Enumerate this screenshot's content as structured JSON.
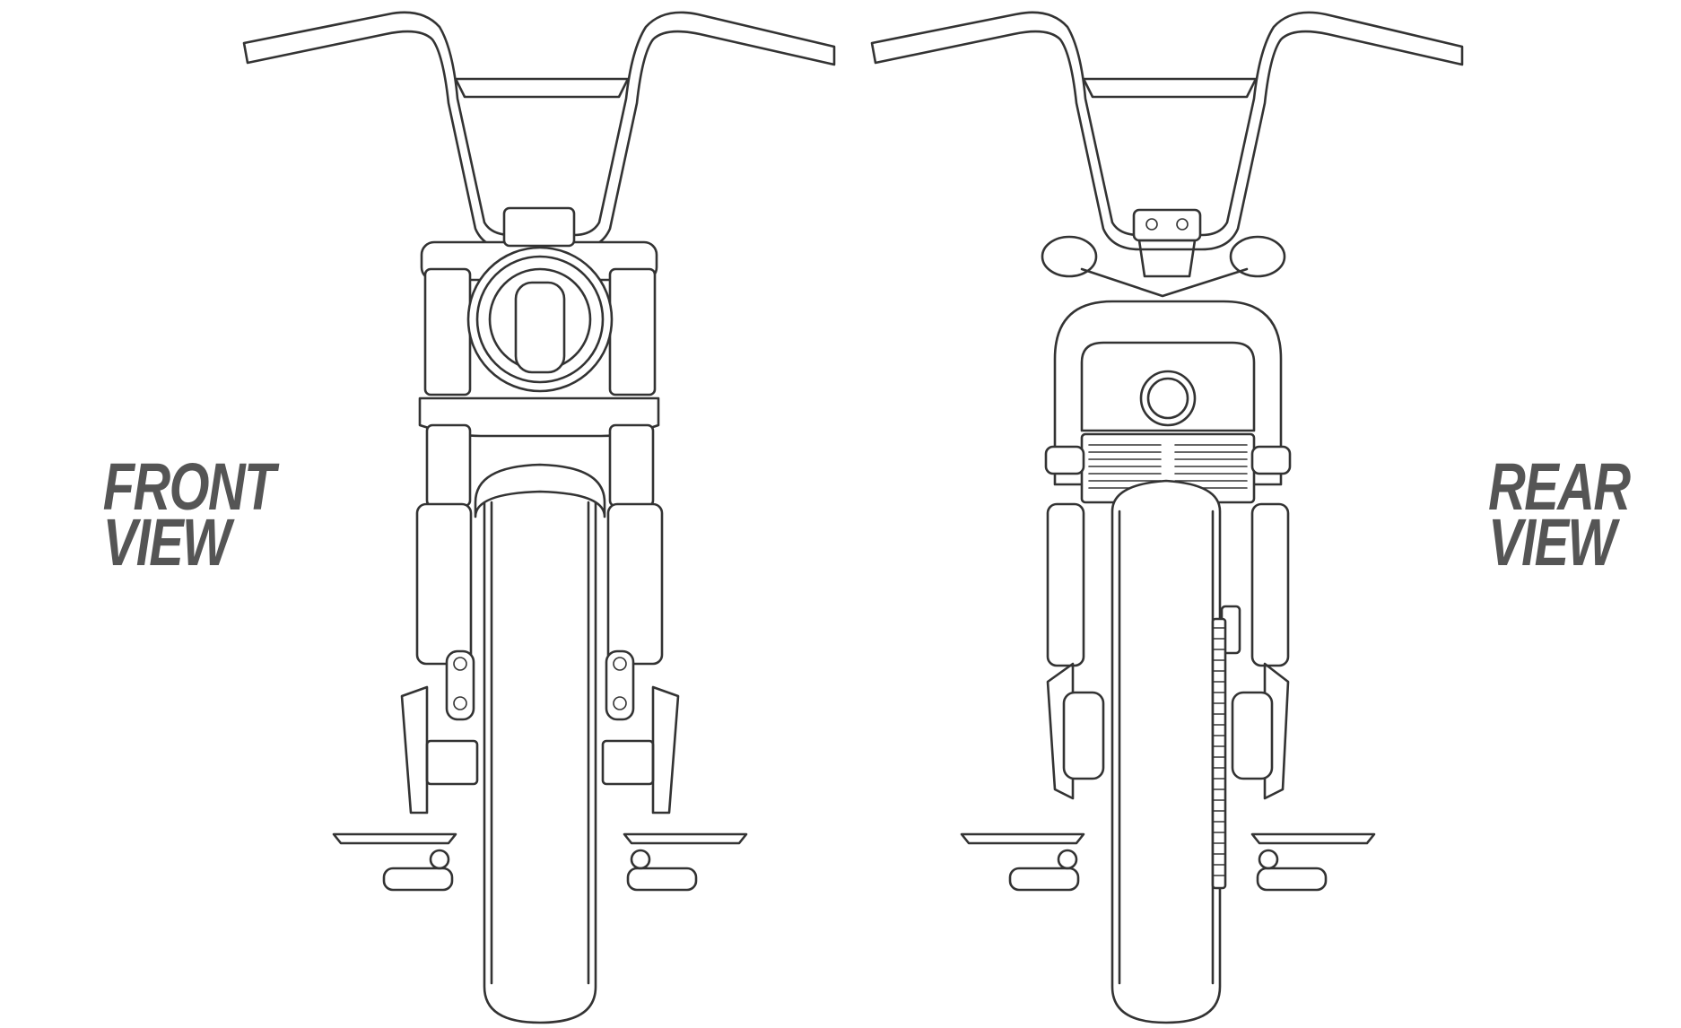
{
  "labels": {
    "front_line1": "FRONT",
    "front_line2": "VIEW",
    "rear_line1": "REAR",
    "rear_line2": "VIEW"
  },
  "colors": {
    "label": "#555555",
    "line": "#333333",
    "background": "#ffffff"
  }
}
